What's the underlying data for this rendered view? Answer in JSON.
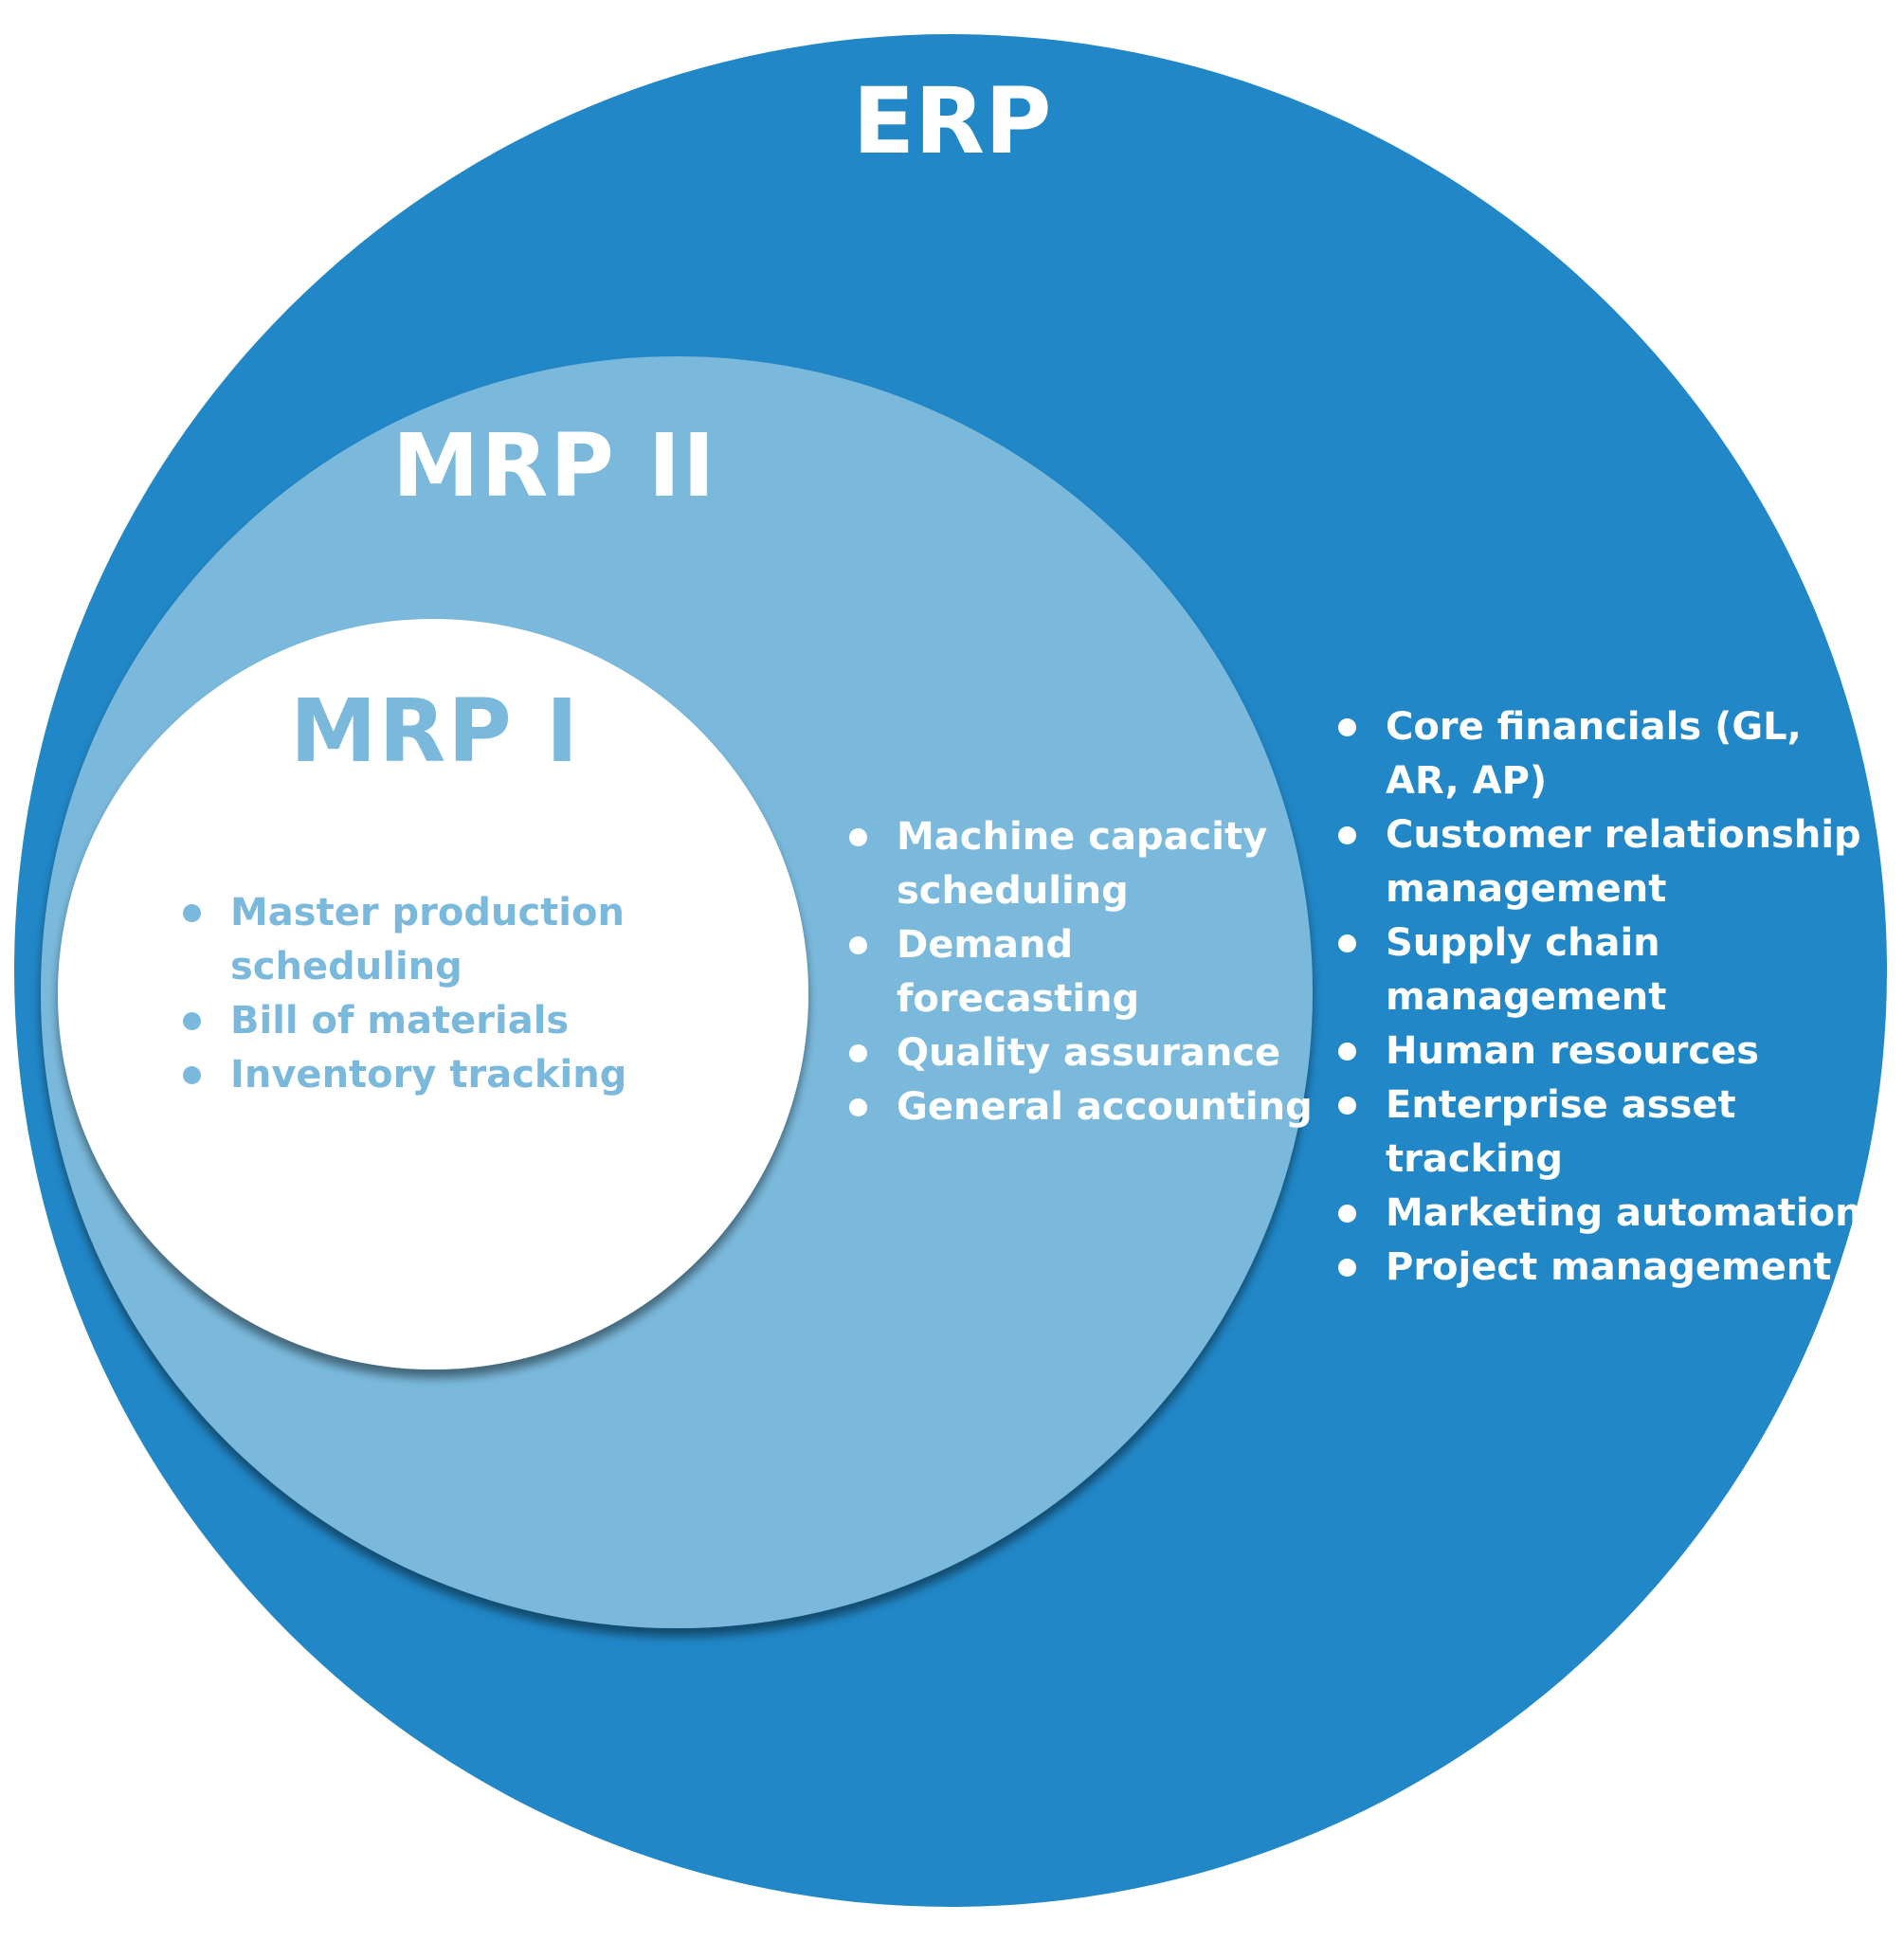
{
  "diagram": {
    "type": "nested-circles",
    "colors": {
      "erp_fill": "#2187c7",
      "mrp2_fill": "#7ab9dc",
      "mrp1_fill": "#ffffff",
      "mrp1_text": "#7ab9dc",
      "label_text": "#ffffff"
    },
    "levels": [
      {
        "id": "erp",
        "title": "ERP",
        "items": [
          "Core financials (GL, AR, AP)",
          "Customer relationship management",
          "Supply chain management",
          "Human resources",
          "Enterprise asset tracking",
          "Marketing automation",
          "Project management"
        ]
      },
      {
        "id": "mrp2",
        "title": "MRP II",
        "items": [
          "Machine capacity scheduling",
          "Demand forecasting",
          "Quality assurance",
          "General accounting"
        ]
      },
      {
        "id": "mrp1",
        "title": "MRP I",
        "items": [
          "Master production scheduling",
          "Bill of materials",
          "Inventory tracking"
        ]
      }
    ]
  }
}
